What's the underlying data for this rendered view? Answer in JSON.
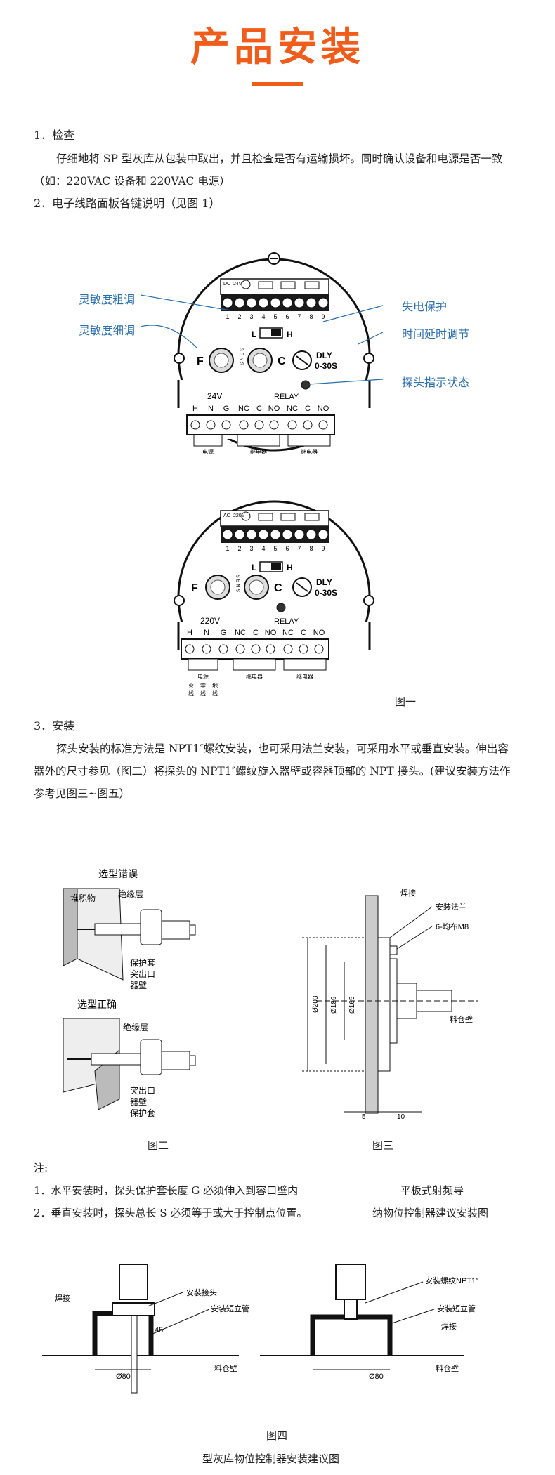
{
  "header": {
    "title": "产品安装"
  },
  "section1": {
    "heading": "1．检查",
    "line1": "仔细地将 SP 型灰库从包装中取出，并且检查是否有运输损坏。同时确认设备和电源是否一致",
    "line2": "（如：220VAC 设备和 220VAC 电源）"
  },
  "section2": {
    "heading": "2．电子线路面板各键说明（见图 1）"
  },
  "panel1": {
    "callouts": [
      "灵敏度粗调",
      "灵敏度细调",
      "失电保护",
      "时间延时调节",
      "探头指示状态"
    ],
    "top_labels": [
      "DC",
      "24V"
    ],
    "terminal_numbers": [
      "1",
      "2",
      "3",
      "4",
      "5",
      "6",
      "7",
      "8",
      "9"
    ],
    "knob_f": "F",
    "knob_c": "C",
    "sens": "SENS",
    "switch_l": "L",
    "switch_h": "H",
    "dly": "DLY",
    "dly_range": "0-30S",
    "power_label": "24V",
    "relay_label": "RELAY",
    "bottom_terminals": [
      "H",
      "N",
      "G",
      "NC",
      "C",
      "NO",
      "NC",
      "C",
      "NO"
    ],
    "foot_labels": [
      "电源",
      "继电器",
      "继电器"
    ]
  },
  "panel2": {
    "top_labels": [
      "AC",
      "220V"
    ],
    "power_label": "220V",
    "foot_labels": [
      "电源",
      "继电器",
      "继电器"
    ],
    "wire_labels": [
      "火",
      "零",
      "地",
      "线",
      "线",
      "线"
    ],
    "caption": "图一"
  },
  "section3": {
    "heading": "3．安装",
    "line1": "探头安装的标准方法是 NPT1″螺纹安装，也可采用法兰安装，可采用水平或垂直安装。伸出容",
    "line2": "器外的尺寸参见（图二）将探头的 NPT1″螺纹旋入器壁或容器顶部的 NPT 接头。(建议安装方法作",
    "line3": "参考见图三~图五）"
  },
  "fig2": {
    "wrong_title": "选型错误",
    "right_title": "选型正确",
    "wrong_labels": [
      "堆积物",
      "绝缘层",
      "保护套",
      "突出口",
      "器壁"
    ],
    "right_labels": [
      "绝缘层",
      "突出口",
      "器壁",
      "保护套"
    ],
    "caption": "图二"
  },
  "fig3": {
    "labels": [
      "焊接",
      "安装法兰",
      "6-均布M8",
      "料仓壁"
    ],
    "dims": [
      "Ø203",
      "Ø189",
      "Ø165",
      "5",
      "10"
    ],
    "caption": "图三"
  },
  "notes": {
    "heading": "注:",
    "item1": "1．水平安装时，探头保护套长度 G 必须伸入到容口壁内",
    "item2": "2．垂直安装时，探头总长 S 必须等于或大于控制点位置。",
    "side1": "平板式射频导",
    "side2": "纳物位控制器建议安装图"
  },
  "fig4": {
    "left_labels": [
      "焊接",
      "安装接头",
      "安装短立管",
      "45",
      "Ø80",
      "料仓壁"
    ],
    "right_labels": [
      "安装螺纹NPT1″",
      "安装短立管",
      "焊接",
      "Ø80",
      "料仓壁"
    ],
    "caption": "图四",
    "subtitle": "型灰库物位控制器安装建议图"
  },
  "colors": {
    "accent": "#f25c1a",
    "callout": "#2b6fb0"
  }
}
